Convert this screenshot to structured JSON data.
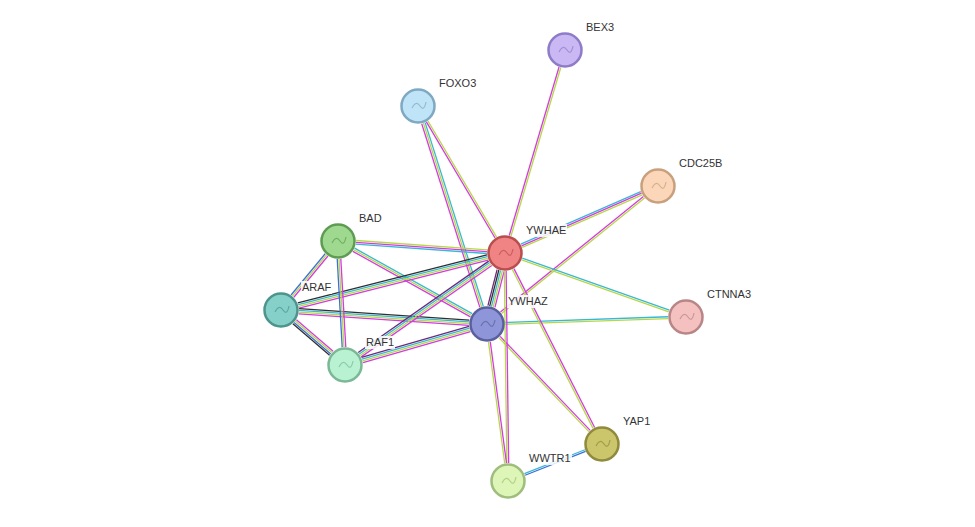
{
  "diagram": {
    "nodes": [
      {
        "text": [
          "BEX3"
        ]
      },
      {
        "text": [
          "FOXO3"
        ]
      },
      {
        "text": [
          "CDC25B"
        ]
      },
      {
        "text": [
          "BAD"
        ]
      },
      {
        "text": [
          "YWHAE"
        ]
      },
      {
        "text": [
          "CTNNA3"
        ]
      },
      {
        "text": [
          "ARAF"
        ]
      },
      {
        "text": [
          "YWHAZ"
        ]
      },
      {
        "text": [
          "RAF1"
        ]
      },
      {
        "text": [
          "YAP1"
        ]
      },
      {
        "text": [
          "WWTR1"
        ]
      }
    ],
    "edges": [
      {
        "from": 4,
        "to": 0,
        "arrow": "none"
      },
      {
        "from": 4,
        "to": 1,
        "arrow": "none"
      },
      {
        "from": 7,
        "to": 1,
        "arrow": "none"
      },
      {
        "from": 4,
        "to": 2,
        "arrow": "none"
      },
      {
        "from": 7,
        "to": 2,
        "arrow": "none"
      },
      {
        "from": 4,
        "to": 5,
        "arrow": "none"
      },
      {
        "from": 7,
        "to": 5,
        "arrow": "none"
      },
      {
        "from": 4,
        "to": 3,
        "arrow": "none"
      },
      {
        "from": 7,
        "to": 3,
        "arrow": "none"
      },
      {
        "from": 4,
        "to": 6,
        "arrow": "none"
      },
      {
        "from": 7,
        "to": 6,
        "arrow": "none"
      },
      {
        "from": 4,
        "to": 8,
        "arrow": "none"
      },
      {
        "from": 7,
        "to": 8,
        "arrow": "none"
      },
      {
        "from": 4,
        "to": 7,
        "arrow": "none"
      },
      {
        "from": 3,
        "to": 6,
        "arrow": "none"
      },
      {
        "from": 3,
        "to": 8,
        "arrow": "none"
      },
      {
        "from": 6,
        "to": 8,
        "arrow": "none"
      },
      {
        "from": 4,
        "to": 9,
        "arrow": "none"
      },
      {
        "from": 7,
        "to": 9,
        "arrow": "none"
      },
      {
        "from": 4,
        "to": 10,
        "arrow": "none"
      },
      {
        "from": 7,
        "to": 10,
        "arrow": "none"
      },
      {
        "from": 9,
        "to": 10,
        "arrow": "none"
      }
    ]
  }
}
